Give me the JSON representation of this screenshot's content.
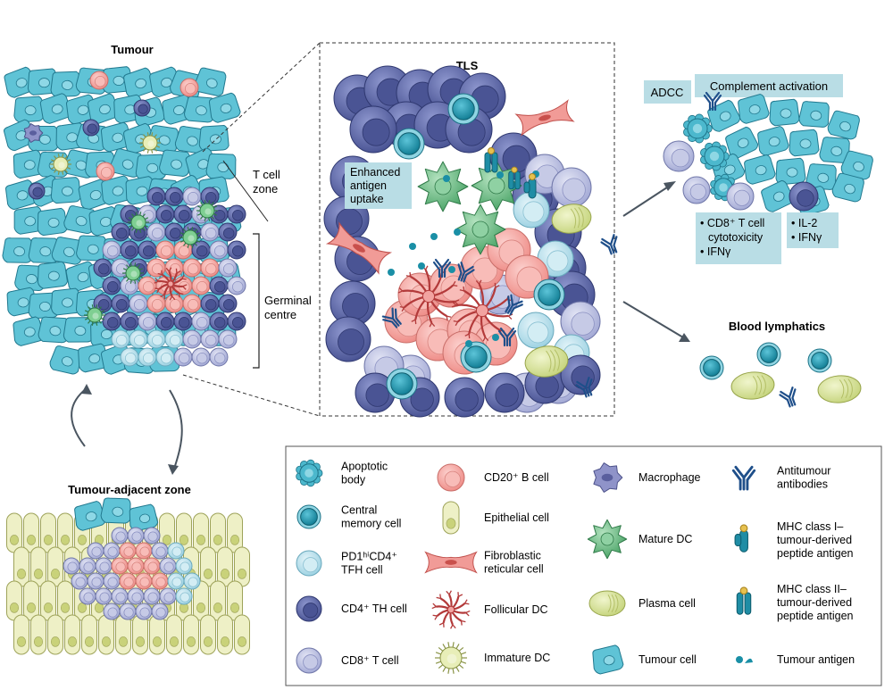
{
  "figure": {
    "tumour_title": "Tumour",
    "tls_title": "TLS",
    "adjacent_title": "Tumour-adjacent zone",
    "tcell_zone": [
      "T cell",
      "zone"
    ],
    "germinal_centre": [
      "Germinal",
      "centre"
    ],
    "enhanced_antigen": [
      "Enhanced",
      "antigen",
      "uptake"
    ],
    "complement": "Complement activation",
    "adcc": "ADCC",
    "cd8_box": [
      "• CD8⁺ T cell",
      "cytotoxicity",
      "• IFNγ"
    ],
    "il2_box": [
      "• IL-2",
      "• IFNγ"
    ],
    "blood_lymphatics": "Blood lymphatics"
  },
  "legend": {
    "col1": [
      {
        "icon": "apoptotic-body-icon",
        "lines": [
          "Apoptotic",
          "body"
        ]
      },
      {
        "icon": "central-memory-cell-icon",
        "lines": [
          "Central",
          "memory cell"
        ]
      },
      {
        "icon": "pd1-cd4-tfh-cell-icon",
        "lines": [
          "PD1ʰⁱCD4⁺",
          "TFH cell"
        ]
      },
      {
        "icon": "cd4-th-cell-icon",
        "lines": [
          "CD4⁺ TH cell"
        ]
      },
      {
        "icon": "cd8-t-cell-icon",
        "lines": [
          "CD8⁺ T cell"
        ]
      }
    ],
    "col2": [
      {
        "icon": "cd20-b-cell-icon",
        "lines": [
          "CD20⁺ B cell"
        ]
      },
      {
        "icon": "epithelial-cell-icon",
        "lines": [
          "Epithelial cell"
        ]
      },
      {
        "icon": "fibroblastic-reticular-cell-icon",
        "lines": [
          "Fibroblastic",
          "reticular cell"
        ]
      },
      {
        "icon": "follicular-dc-icon",
        "lines": [
          "Follicular DC"
        ]
      },
      {
        "icon": "immature-dc-icon",
        "lines": [
          "Immature DC"
        ]
      }
    ],
    "col3": [
      {
        "icon": "macrophage-icon",
        "lines": [
          "Macrophage"
        ]
      },
      {
        "icon": "mature-dc-icon",
        "lines": [
          "Mature DC"
        ]
      },
      {
        "icon": "plasma-cell-icon",
        "lines": [
          "Plasma cell"
        ]
      },
      {
        "icon": "tumour-cell-icon",
        "lines": [
          "Tumour cell"
        ]
      }
    ],
    "col4": [
      {
        "icon": "antitumour-antibodies-icon",
        "lines": [
          "Antitumour",
          "antibodies"
        ]
      },
      {
        "icon": "mhc-class-i-icon",
        "lines": [
          "MHC class I–",
          "tumour-derived",
          "peptide antigen"
        ]
      },
      {
        "icon": "mhc-class-ii-icon",
        "lines": [
          "MHC class II–",
          "tumour-derived",
          "peptide antigen"
        ]
      },
      {
        "icon": "tumour-antigen-icon",
        "lines": [
          "Tumour antigen"
        ]
      }
    ]
  },
  "colors": {
    "tumour": "#5bbfd2",
    "tumour_dark": "#2b8aa0",
    "cd4": "#5f6aa8",
    "cd8": "#b8bedf",
    "bcell": "#f4aaa6",
    "tfh": "#bfe4ee",
    "memory": "#1f9bb4",
    "plasma": "#d9e59a",
    "epithelial": "#e6eab8",
    "mature_dc": "#6fbf86",
    "fibro": "#ef8f8c",
    "antibody": "#1f4f8a"
  }
}
